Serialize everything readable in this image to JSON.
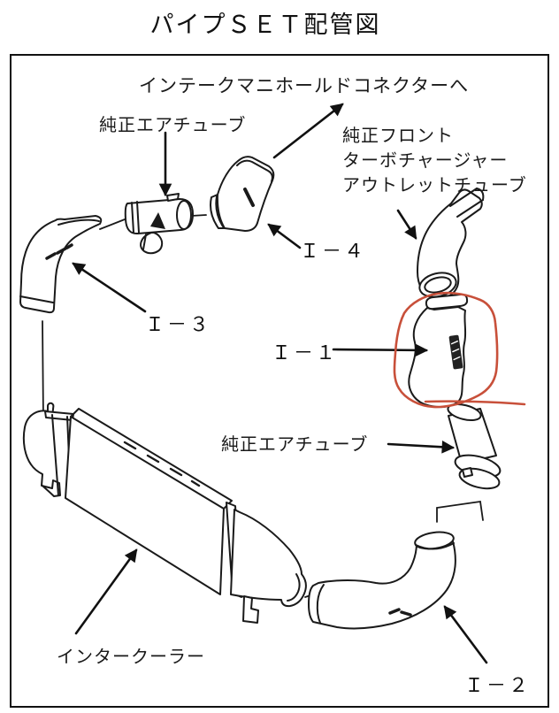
{
  "title": "パイプＳＥＴ配管図",
  "colors": {
    "ink": "#1a1a1a",
    "highlight_red": "#c8503a",
    "background": "#ffffff"
  },
  "diagram": {
    "highlighted_part": "Ｉ－１",
    "labels": {
      "intake_connector": "インテークマニホールドコネクターへ",
      "air_tube_top": "純正エアチューブ",
      "front_turbo_line1": "純正フロント",
      "front_turbo_line2": "ターボチャージャー",
      "front_turbo_line3": "アウトレットチューブ",
      "part_i4": "Ｉ－４",
      "part_i3": "Ｉ－３",
      "part_i1": "Ｉ－１",
      "air_tube_mid": "純正エアチューブ",
      "intercooler": "インタークーラー",
      "part_i2": "Ｉ－２"
    }
  }
}
